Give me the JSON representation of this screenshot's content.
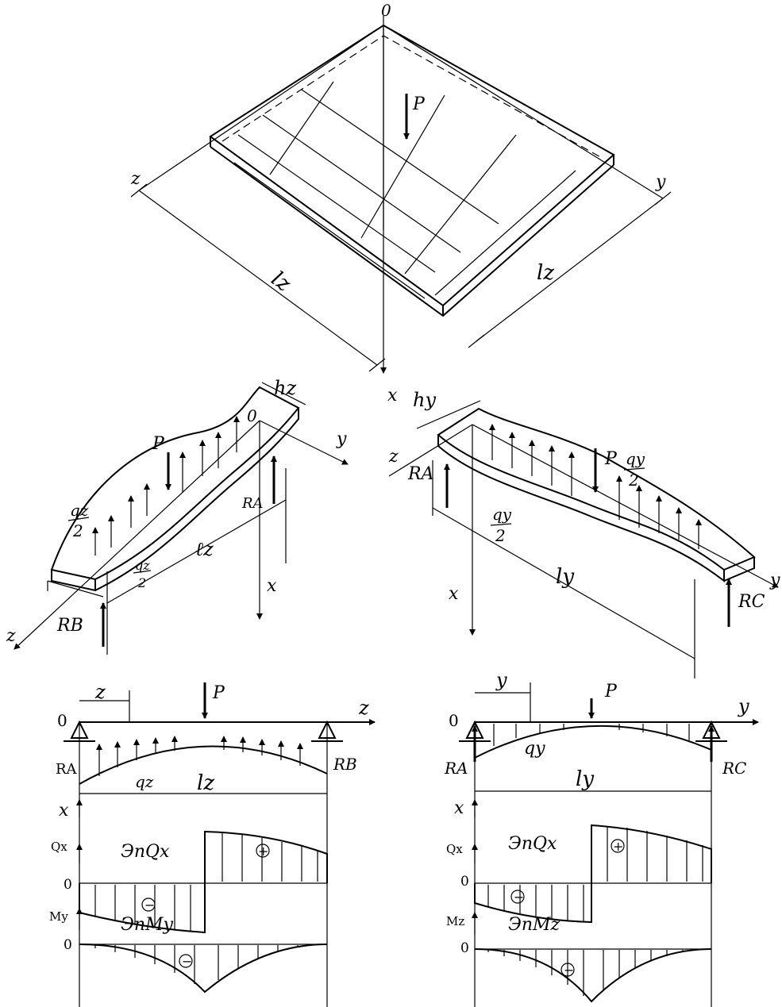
{
  "plate": {
    "origin": "0",
    "load": "P",
    "axis_z": "z",
    "axis_y": "y",
    "axis_x": "x",
    "dim_left": "lz",
    "dim_right": "lz"
  },
  "beam_z": {
    "thickness": "hz",
    "origin": "0",
    "load": "P",
    "axis_y": "y",
    "axis_x": "x",
    "axis_z": "z",
    "load_top_num": "qz",
    "load_top_den": "2",
    "load_bot_num": "qz",
    "load_bot_den": "2",
    "reaction_a": "RA",
    "reaction_b": "RB",
    "span": "ℓz"
  },
  "beam_y": {
    "thickness": "hy",
    "load": "P",
    "axis_z": "z",
    "axis_x": "x",
    "axis_y": "y",
    "load_top_num": "qy",
    "load_top_den": "2",
    "load_bot_num": "qy",
    "load_bot_den": "2",
    "reaction_a": "RA",
    "reaction_c": "RC",
    "span": "ly"
  },
  "diagram_left": {
    "origin": "0",
    "coord": "z",
    "load": "P",
    "axis": "z",
    "reaction_a": "RA",
    "reaction_b": "RB",
    "load_label": "qz",
    "span": "lz",
    "axis_x": "x",
    "shear_axis": "Qx",
    "shear_title": "ЭпQx",
    "zero_q": "0",
    "plus": "+",
    "minus_q": "−",
    "moment_axis": "My",
    "moment_title": "ЭпMy",
    "zero_m": "0",
    "minus_m": "−"
  },
  "diagram_right": {
    "origin": "0",
    "coord": "y",
    "load": "P",
    "axis": "y",
    "reaction_a": "RA",
    "reaction_c": "RC",
    "load_label": "qy",
    "span": "ly",
    "axis_x": "x",
    "shear_axis": "Qx",
    "shear_title": "ЭпQx",
    "zero_q": "0",
    "plus": "+",
    "minus_q": "−",
    "moment_axis": "Mz",
    "moment_title": "ЭпMz",
    "zero_m": "0",
    "minus_m": "−"
  }
}
